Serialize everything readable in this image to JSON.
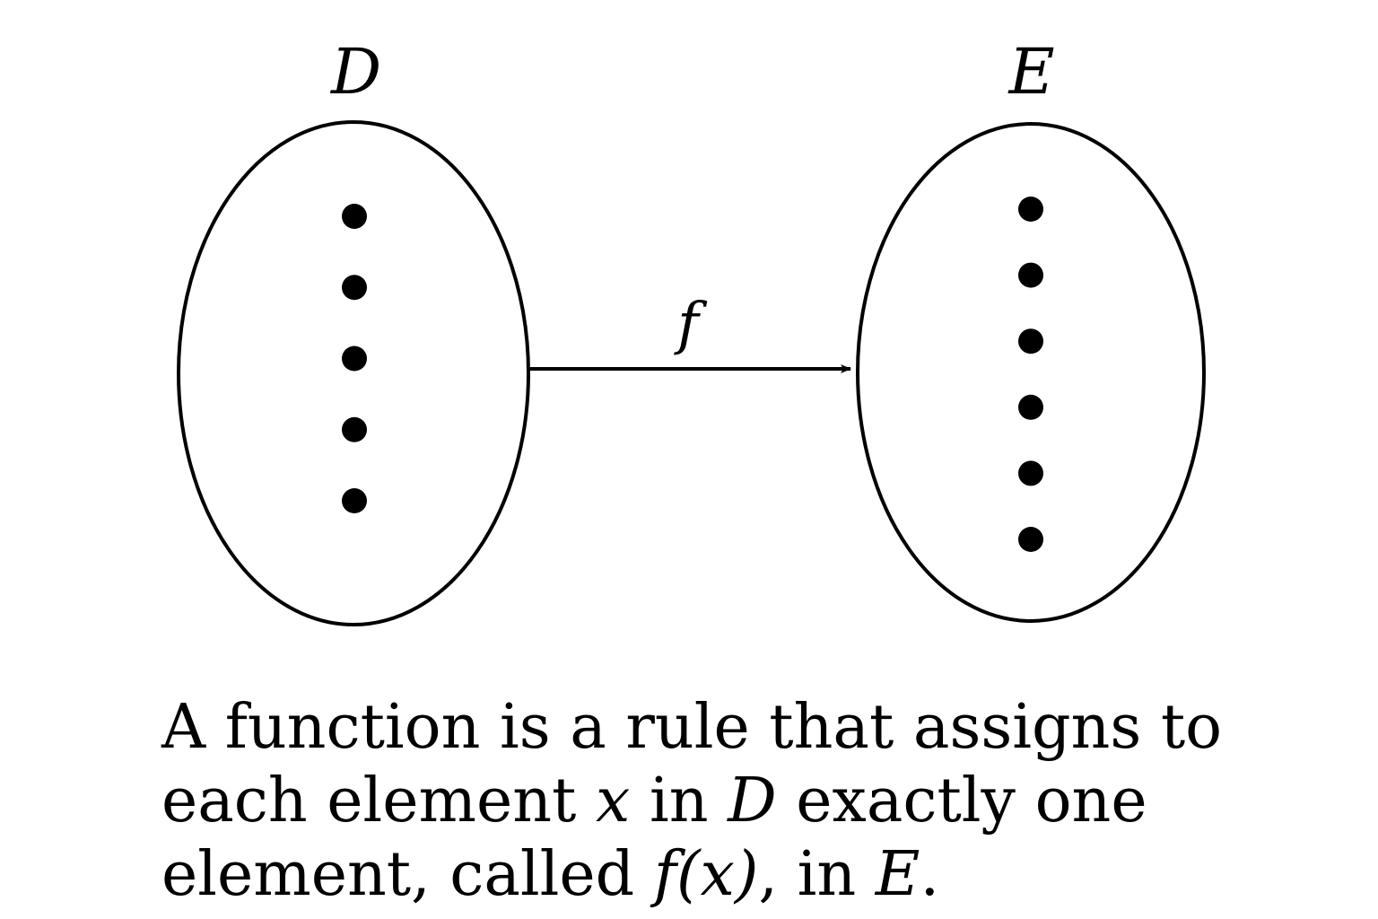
{
  "diagram": {
    "domain_set": {
      "label": "D",
      "element_count": 5
    },
    "codomain_set": {
      "label": "E",
      "element_count": 6
    },
    "mapping": {
      "label": "f"
    },
    "stroke_color": "#000000",
    "background_color": "#ffffff"
  },
  "caption": {
    "line1": "A function is a rule that assigns to",
    "line2_prefix": "each element ",
    "line2_var_x": "x",
    "line2_mid": " in ",
    "line2_var_d": "D",
    "line2_suffix": " exactly one",
    "line3_prefix": "element, called ",
    "line3_expr": "f(x)",
    "line3_mid": ", in ",
    "line3_var_e": "E",
    "line3_suffix": "."
  }
}
